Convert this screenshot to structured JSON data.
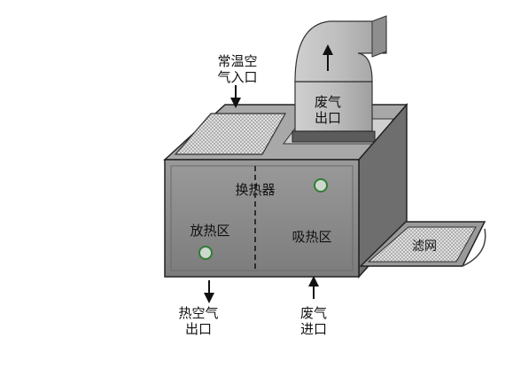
{
  "labels": {
    "inlet_line1": "常温空",
    "inlet_line2": "气入口",
    "exhaust_out_line1": "废气",
    "exhaust_out_line2": "出口",
    "heat_exchanger": "换热器",
    "heat_release_zone": "放热区",
    "heat_absorb_zone": "吸热区",
    "filter": "滤网",
    "hot_air_out_line1": "热空气",
    "hot_air_out_line2": "出口",
    "exhaust_in_line1": "废气",
    "exhaust_in_line2": "进口"
  },
  "colors": {
    "box_front": "#8a8a8a",
    "box_top": "#a9a9a9",
    "box_side": "#6f6f6f",
    "duct": "#b9b9b9",
    "mesh": "#d8d8d8",
    "indicator": "#2f7d32",
    "outline": "#222222"
  }
}
